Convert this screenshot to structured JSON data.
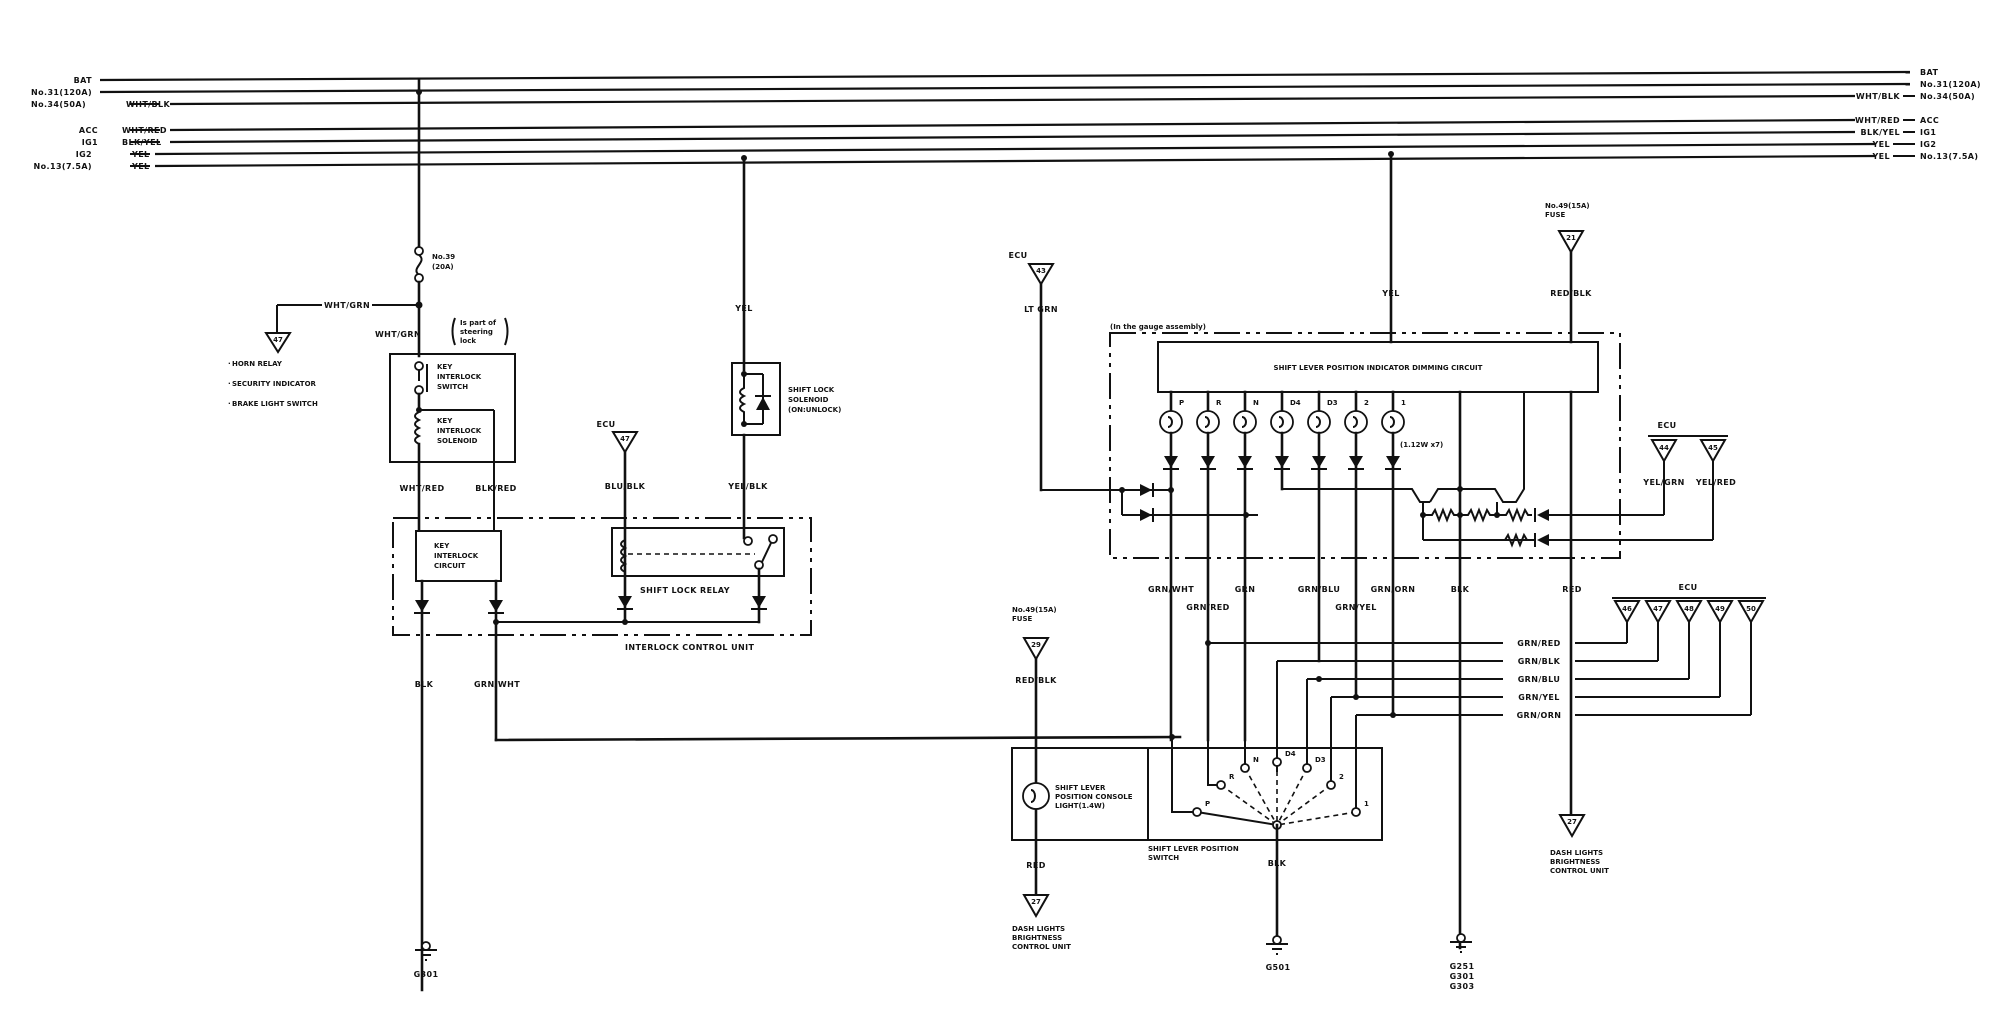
{
  "diagram": {
    "title": "Shift Lever Position Indicator / Interlock Wiring Diagram",
    "power_bus": {
      "left": [
        {
          "source": "BAT",
          "wire": ""
        },
        {
          "source": "No.31(120A)",
          "wire": ""
        },
        {
          "source": "No.34(50A)",
          "wire": "WHT/BLK"
        },
        {
          "source": "ACC",
          "wire": "WHT/RED"
        },
        {
          "source": "IG1",
          "wire": "BLK/YEL"
        },
        {
          "source": "IG2",
          "wire": "YEL"
        },
        {
          "source": "No.13(7.5A)",
          "wire": "YEL"
        }
      ],
      "right": [
        {
          "source": "BAT",
          "wire": ""
        },
        {
          "source": "No.31(120A)",
          "wire": ""
        },
        {
          "source": "No.34(50A)",
          "wire": "WHT/BLK"
        },
        {
          "source": "ACC",
          "wire": "WHT/RED"
        },
        {
          "source": "IG1",
          "wire": "BLK/YEL"
        },
        {
          "source": "IG2",
          "wire": "YEL"
        },
        {
          "source": "No.13(7.5A)",
          "wire": "YEL"
        }
      ]
    },
    "fuse_39": {
      "line1": "No.39",
      "line2": "(20A)"
    },
    "wht_grn_branch": "WHT/GRN",
    "connector_47_left": {
      "pin": "47",
      "targets": [
        "HORN RELAY",
        "SECURITY INDICATOR",
        "BRAKE LIGHT SWITCH"
      ]
    },
    "steering_lock": {
      "wire": "WHT/GRN",
      "note": [
        "Is part of",
        "steering",
        "lock"
      ]
    },
    "key_interlock_switch": [
      "KEY",
      "INTERLOCK",
      "SWITCH"
    ],
    "key_interlock_solenoid": [
      "KEY",
      "INTERLOCK",
      "SOLENOID"
    ],
    "wires_below_solenoid": {
      "left": "WHT/RED",
      "right": "BLK/RED"
    },
    "key_interlock_circuit": [
      "KEY",
      "INTERLOCK",
      "CIRCUIT"
    ],
    "ecu_blu_blk": {
      "label": "ECU",
      "pin": "47",
      "wire": "BLU/BLK"
    },
    "shift_lock_solenoid": {
      "wire_in": "YEL",
      "label": [
        "SHIFT LOCK",
        "SOLENOID",
        "(ON:UNLOCK)"
      ],
      "wire_out": "YEL/BLK"
    },
    "shift_lock_relay": "SHIFT LOCK RELAY",
    "interlock_control_unit": "INTERLOCK CONTROL UNIT",
    "left_ground": {
      "wire": "BLK",
      "id": "G301"
    },
    "grn_wht_run": "GRN/WHT",
    "ecu_lt_grn": {
      "label": "ECU",
      "pin": "43",
      "wire": "LT GRN"
    },
    "gauge_assembly_note": "(In the gauge assembly)",
    "dimming_circuit": "SHIFT LEVER POSITION INDICATOR DIMMING CIRCUIT",
    "yel_feed": "YEL",
    "fuse_49_top": {
      "label": [
        "No.49(15A)",
        "FUSE"
      ],
      "pin": "21",
      "wire": "RED/BLK"
    },
    "indicator_bulbs": {
      "positions": [
        "P",
        "R",
        "N",
        "D4",
        "D3",
        "2",
        "1"
      ],
      "rating": "(1.12W x7)"
    },
    "ecu_right": {
      "label": "ECU",
      "pins": [
        "44",
        "45"
      ],
      "wires": [
        "YEL/GRN",
        "YEL/RED"
      ]
    },
    "gauge_output_wires": [
      "GRN/WHT",
      "GRN/RED",
      "GRN",
      "GRN/BLU",
      "GRN/YEL",
      "GRN/ORN",
      "BLK",
      "RED"
    ],
    "ecu_bottom": {
      "label": "ECU",
      "pins": [
        "46",
        "47",
        "48",
        "49",
        "50"
      ],
      "wires": [
        "GRN/RED",
        "GRN/BLK",
        "GRN/BLU",
        "GRN/YEL",
        "GRN/ORN"
      ]
    },
    "fuse_49_bottom": {
      "label": [
        "No.49(15A)",
        "FUSE"
      ],
      "pin": "29",
      "wire": "RED/BLK"
    },
    "console_light": [
      "SHIFT LEVER",
      "POSITION CONSOLE",
      "LIGHT(1.4W)"
    ],
    "console_light_out": "RED",
    "shift_switch": {
      "label": [
        "SHIFT LEVER POSITION",
        "SWITCH"
      ],
      "positions": [
        "P",
        "R",
        "N",
        "D4",
        "D3",
        "2",
        "1"
      ],
      "wire_out": "BLK"
    },
    "dash_unit_left": {
      "pin": "27",
      "label": [
        "DASH LIGHTS",
        "BRIGHTNESS",
        "CONTROL UNIT"
      ]
    },
    "dash_unit_right": {
      "pin": "27",
      "label": [
        "DASH LIGHTS",
        "BRIGHTNESS",
        "CONTROL UNIT"
      ]
    },
    "ground_g501": "G501",
    "ground_multi": [
      "G251",
      "G301",
      "G303"
    ]
  }
}
